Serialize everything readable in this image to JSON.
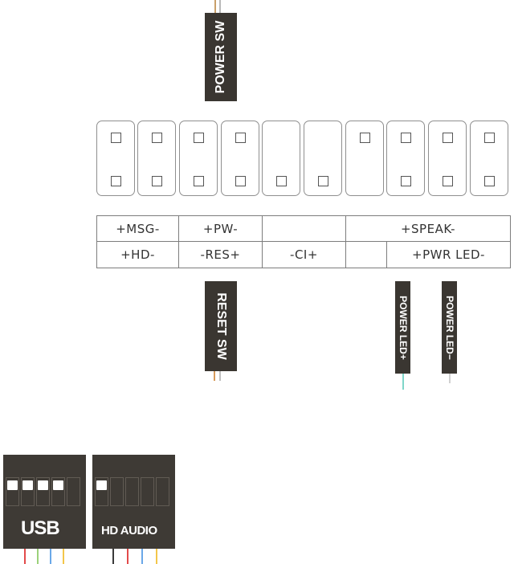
{
  "connectors_top": {
    "power_sw": "POWER SW"
  },
  "connectors_bottom": {
    "reset_sw": "RESET SW",
    "power_led_plus": "POWER LED+",
    "power_led_minus": "POWER LED−"
  },
  "labels": {
    "row1": [
      "+MSG-",
      "+PW-",
      "",
      "+SPEAK-"
    ],
    "row2": [
      "+HD-",
      "-RES+",
      "-CI+",
      "",
      "+PWR LED-"
    ]
  },
  "front": {
    "usb": "USB",
    "hd_audio": "HD AUDIO"
  }
}
